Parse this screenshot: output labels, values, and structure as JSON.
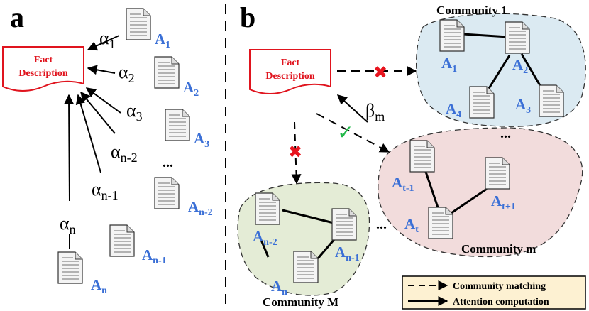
{
  "panels": {
    "a": "a",
    "b": "b"
  },
  "fact": {
    "line1": "Fact",
    "line2": "Description"
  },
  "panel_a": {
    "docs": [
      {
        "main": "A",
        "sub": "1"
      },
      {
        "main": "A",
        "sub": "2"
      },
      {
        "main": "A",
        "sub": "3"
      },
      {
        "main": "A",
        "sub": "n-2"
      },
      {
        "main": "A",
        "sub": "n-1"
      },
      {
        "main": "A",
        "sub": "n"
      }
    ],
    "weights": [
      {
        "main": "α",
        "sub": "1"
      },
      {
        "main": "α",
        "sub": "2"
      },
      {
        "main": "α",
        "sub": "3"
      },
      {
        "main": "α",
        "sub": "n-2"
      },
      {
        "main": "α",
        "sub": "n-1"
      },
      {
        "main": "α",
        "sub": "n"
      }
    ],
    "ellipsis": "..."
  },
  "panel_b": {
    "communities": [
      {
        "label": "Community 1",
        "color": "#dbeaf2",
        "docs": [
          {
            "main": "A",
            "sub": "1"
          },
          {
            "main": "A",
            "sub": "2"
          },
          {
            "main": "A",
            "sub": "4"
          },
          {
            "main": "A",
            "sub": "3"
          }
        ]
      },
      {
        "label": "Community m",
        "color": "#f2dcdc",
        "docs": [
          {
            "main": "A",
            "sub": "t-1"
          },
          {
            "main": "A",
            "sub": "t+1"
          },
          {
            "main": "A",
            "sub": "t"
          }
        ]
      },
      {
        "label": "Community M",
        "color": "#e4ecd6",
        "docs": [
          {
            "main": "A",
            "sub": "n-2"
          },
          {
            "main": "A",
            "sub": "n-1"
          },
          {
            "main": "A",
            "sub": "n"
          }
        ]
      }
    ],
    "beta": {
      "main": "β",
      "sub": "m"
    },
    "ellipsis": "...",
    "marks": {
      "cross": "✖",
      "check": "✓",
      "cross_color": "#e8141e",
      "check_color": "#22b84a"
    }
  },
  "legend": {
    "matching": "Community matching",
    "attention": "Attention computation",
    "bg": "#fdf1d2"
  },
  "colors": {
    "fact_red": "#e0141e",
    "doc_blue": "#3a6fd6"
  }
}
